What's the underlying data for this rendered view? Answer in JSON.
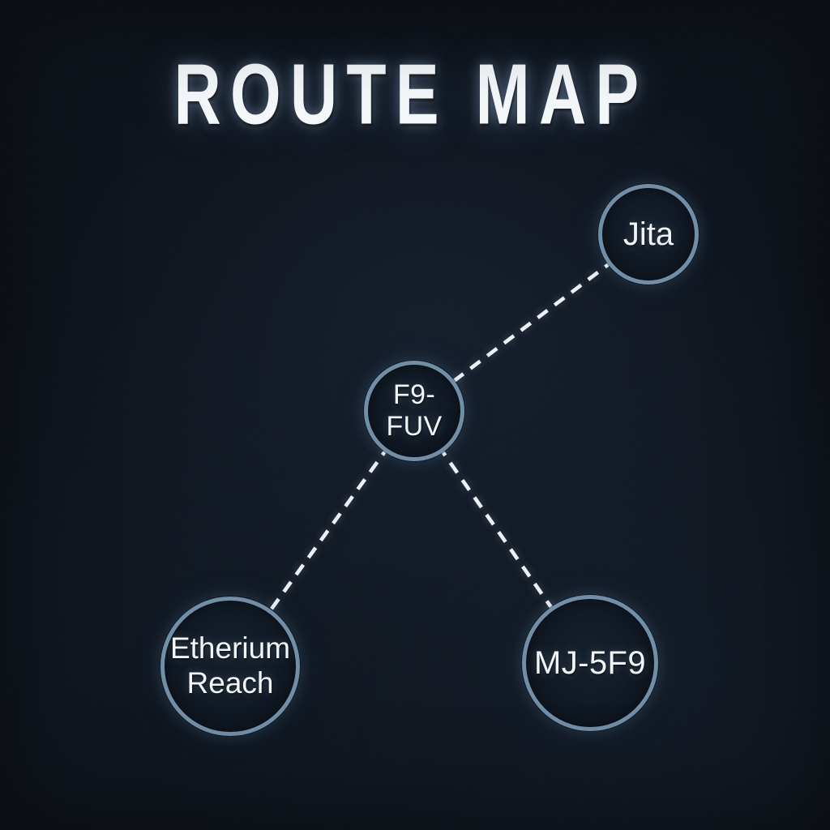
{
  "title": "ROUTE MAP",
  "theme": {
    "background": "#0a0f17",
    "node_border": "#6e8ca4",
    "node_fill": "#0b131e",
    "edge_color": "#eef2f6",
    "text_color": "#f2f5f8",
    "edge_style": "dashed"
  },
  "nodes": [
    {
      "id": "jita",
      "label": "Jita"
    },
    {
      "id": "f9-fuv",
      "label": "F9-FUV"
    },
    {
      "id": "etherium-reach",
      "label": "Etherium Reach"
    },
    {
      "id": "mj-5f9",
      "label": "MJ-5F9"
    }
  ],
  "edges": [
    {
      "from": "Jita",
      "to": "F9-FUV"
    },
    {
      "from": "F9-FUV",
      "to": "Etherium Reach"
    },
    {
      "from": "F9-FUV",
      "to": "MJ-5F9"
    }
  ]
}
